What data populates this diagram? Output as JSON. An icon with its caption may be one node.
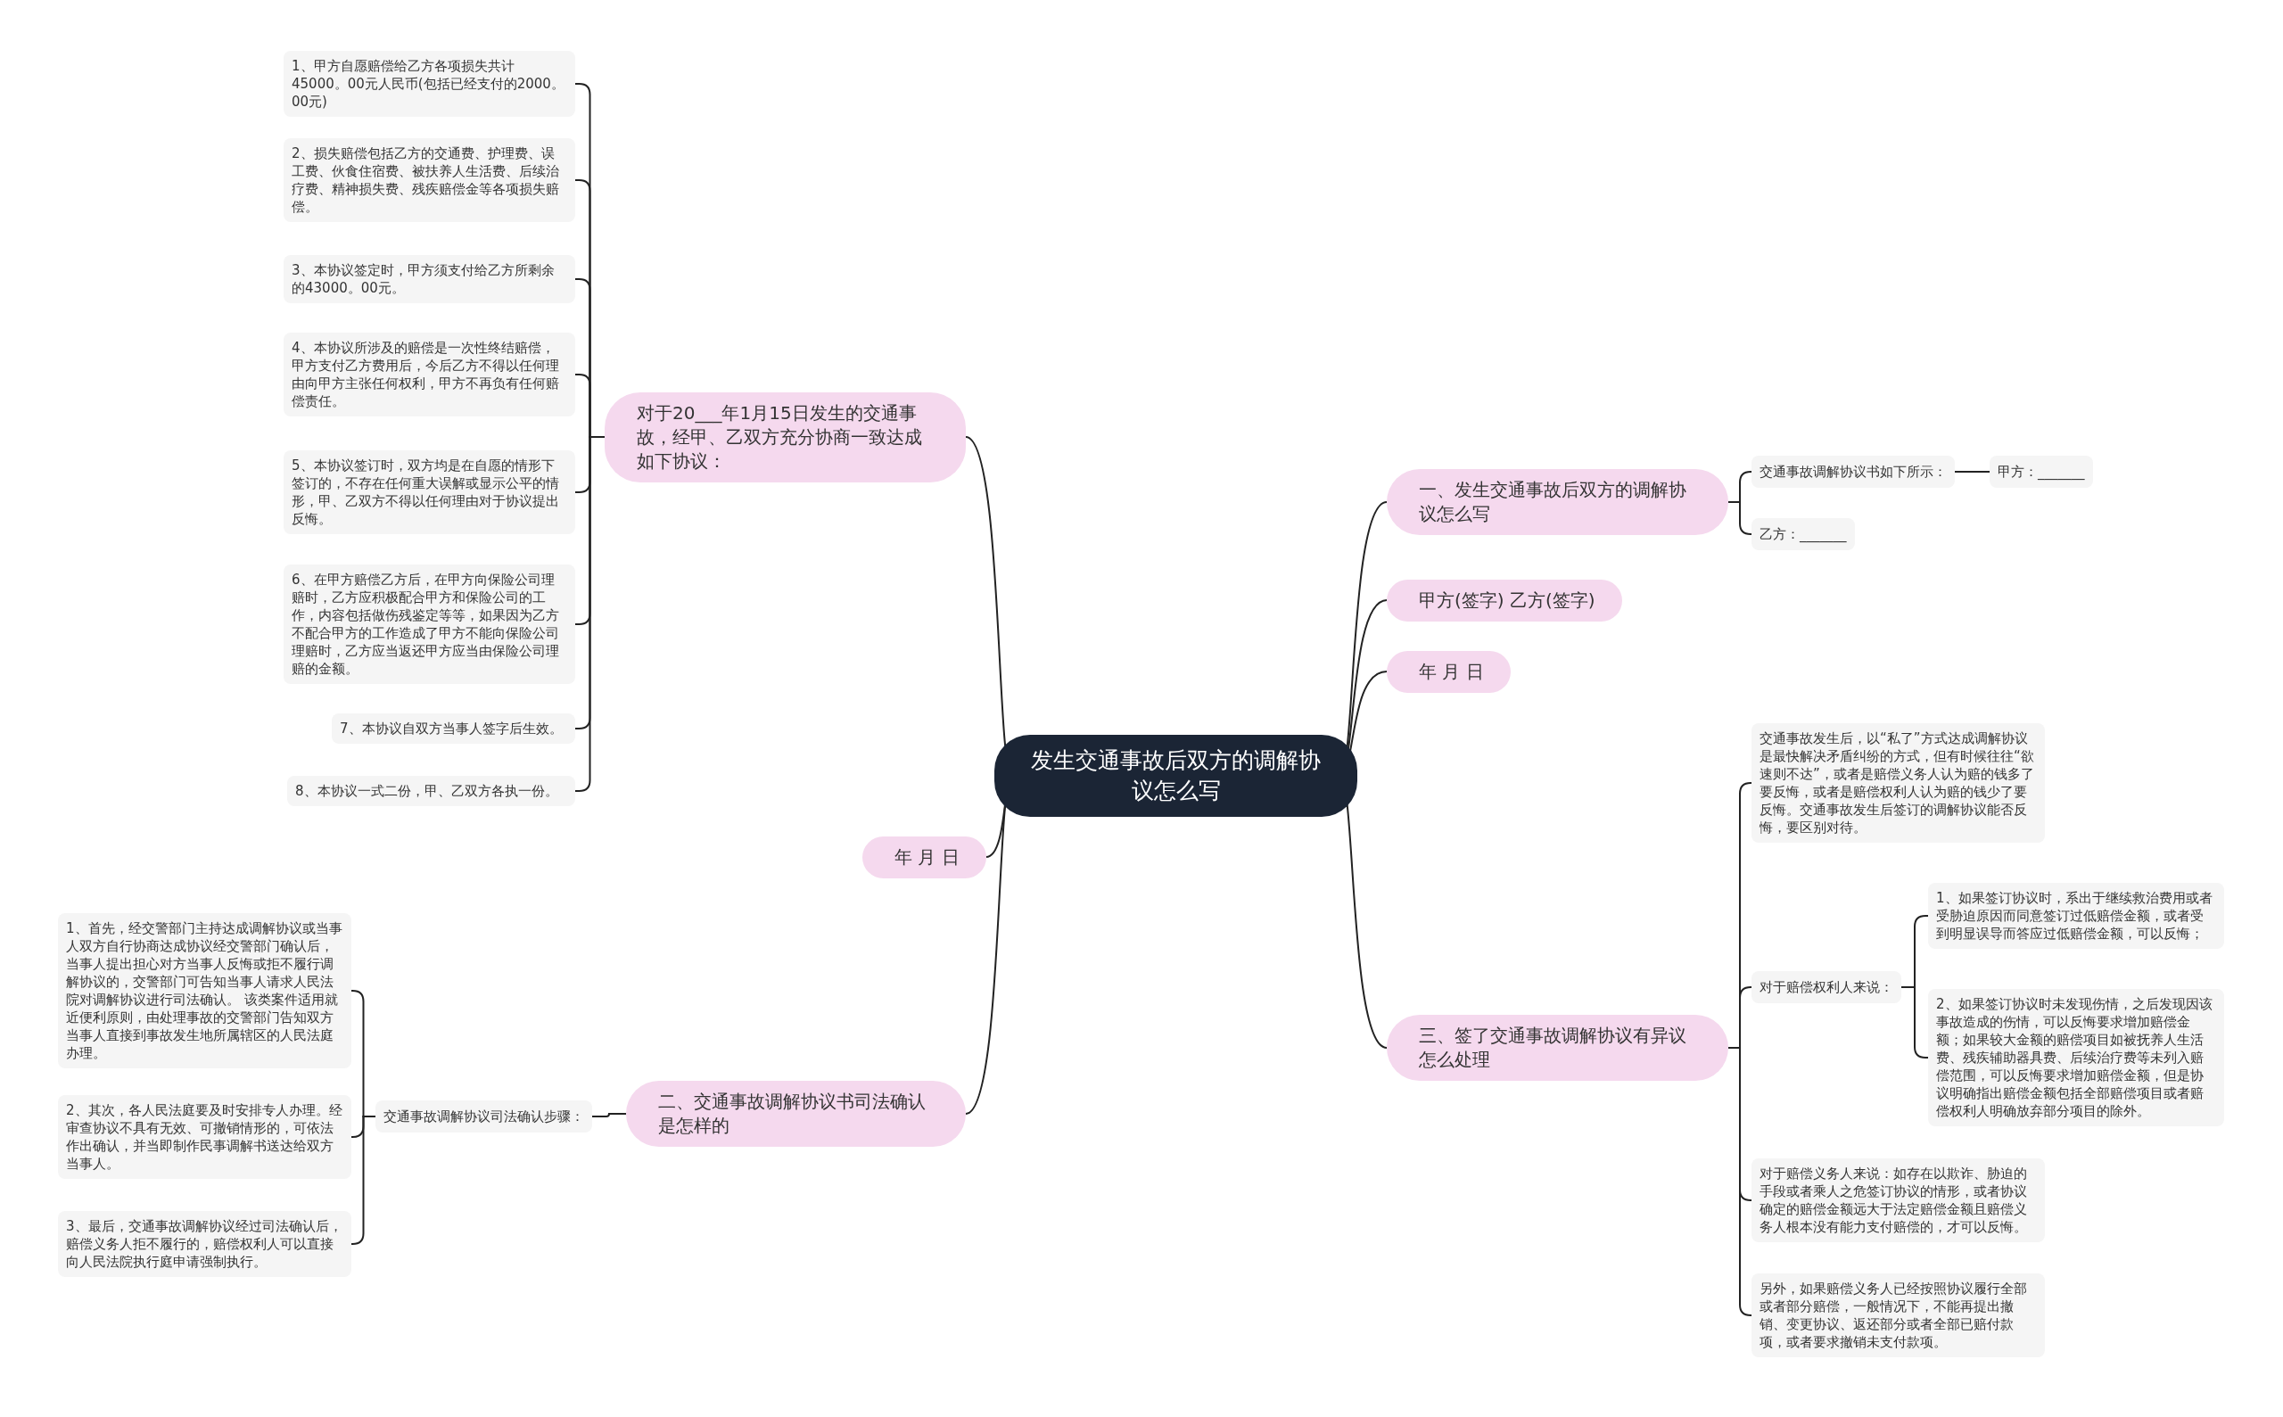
{
  "diagram": {
    "nodes": [
      {
        "text": [
          "发生交通事故后双方的调解协议怎么写"
        ]
      },
      {
        "text": [
          "对于20___年1月15日发生的交通事故，经甲、乙双方充分协商一致达成如下协议："
        ]
      },
      {
        "text": [
          "1、甲方自愿赔偿给乙方各项损失共计45000。00元人民币(包括已经支付的2000。00元)"
        ]
      },
      {
        "text": [
          "2、损失赔偿包括乙方的交通费、护理费、误工费、伙食住宿费、被扶养人生活费、后续治疗费、精神损失费、残疾赔偿金等各项损失赔偿。"
        ]
      },
      {
        "text": [
          "3、本协议签定时，甲方须支付给乙方所剩余的43000。00元。"
        ]
      },
      {
        "text": [
          "4、本协议所涉及的赔偿是一次性终结赔偿，甲方支付乙方费用后，今后乙方不得以任何理由向甲方主张任何权利，甲方不再负有任何赔偿责任。"
        ]
      },
      {
        "text": [
          "5、本协议签订时，双方均是在自愿的情形下签订的，不存在任何重大误解或显示公平的情形，甲、乙双方不得以任何理由对于协议提出反悔。"
        ]
      },
      {
        "text": [
          "6、在甲方赔偿乙方后，在甲方向保险公司理赔时，乙方应积极配合甲方和保险公司的工作，内容包括做伤残鉴定等等，如果因为乙方不配合甲方的工作造成了甲方不能向保险公司理赔时，乙方应当返还甲方应当由保险公司理赔的金额。"
        ]
      },
      {
        "text": [
          "7、本协议自双方当事人签字后生效。"
        ]
      },
      {
        "text": [
          "8、本协议一式二份，甲、乙双方各执一份。"
        ]
      },
      {
        "text": [
          "一、发生交通事故后双方的调解协议怎么写"
        ]
      },
      {
        "text": [
          "交通事故调解协议书如下所示："
        ]
      },
      {
        "text": [
          "甲方：_______"
        ]
      },
      {
        "text": [
          "乙方：_______"
        ]
      },
      {
        "text": [
          "甲方(签字) 乙方(签字)"
        ]
      },
      {
        "text": [
          "年 月 日"
        ]
      },
      {
        "text": [
          "三、签了交通事故调解协议有异议怎么处理"
        ]
      },
      {
        "text": [
          "交通事故发生后，以“私了”方式达成调解协议是最快解决矛盾纠纷的方式，但有时候往往“欲速则不达”，或者是赔偿义务人认为赔的钱多了要反悔，或者是赔偿权利人认为赔的钱少了要反悔。交通事故发生后签订的调解协议能否反悔，要区别对待。"
        ]
      },
      {
        "text": [
          "对于赔偿权利人来说："
        ]
      },
      {
        "text": [
          "1、如果签订协议时，系出于继续救治费用或者受胁迫原因而同意签订过低赔偿金额，或者受到明显误导而答应过低赔偿金额，可以反悔；"
        ]
      },
      {
        "text": [
          "2、如果签订协议时未发现伤情，之后发现因该事故造成的伤情，可以反悔要求增加赔偿金额；如果较大金额的赔偿项目如被抚养人生活费、残疾辅助器具费、后续治疗费等未列入赔偿范围，可以反悔要求增加赔偿金额，但是协议明确指出赔偿金额包括全部赔偿项目或者赔偿权利人明确放弃部分项目的除外。"
        ]
      },
      {
        "text": [
          "对于赔偿义务人来说：如存在以欺诈、胁迫的手段或者乘人之危签订协议的情形，或者协议确定的赔偿金额远大于法定赔偿金额且赔偿义务人根本没有能力支付赔偿的，才可以反悔。"
        ]
      },
      {
        "text": [
          "另外，如果赔偿义务人已经按照协议履行全部或者部分赔偿，一般情况下，不能再提出撤销、变更协议、返还部分或者全部已赔付款项，或者要求撤销未支付款项。"
        ]
      },
      {
        "text": [
          "年 月 日"
        ]
      },
      {
        "text": [
          "二、交通事故调解协议书司法确认是怎样的"
        ]
      },
      {
        "text": [
          "交通事故调解协议司法确认步骤："
        ]
      },
      {
        "text": [
          "1、首先，经交警部门主持达成调解协议或当事人双方自行协商达成协议经交警部门确认后，当事人提出担心对方当事人反悔或拒不履行调解协议的，交警部门可告知当事人请求人民法院对调解协议进行司法确认。 该类案件适用就近便利原则，由处理事故的交警部门告知双方当事人直接到事故发生地所属辖区的人民法庭办理。"
        ]
      },
      {
        "text": [
          "2、其次，各人民法庭要及时安排专人办理。经审查协议不具有无效、可撤销情形的，可依法作出确认，并当即制作民事调解书送达给双方当事人。"
        ]
      },
      {
        "text": [
          "3、最后，交通事故调解协议经过司法确认后，赔偿义务人拒不履行的，赔偿权利人可以直接向人民法院执行庭申请强制执行。"
        ]
      }
    ],
    "edges": [
      {
        "from": 0,
        "to": 1,
        "arrow": "none"
      },
      {
        "from": 1,
        "to": 2,
        "arrow": "none"
      },
      {
        "from": 1,
        "to": 3,
        "arrow": "none"
      },
      {
        "from": 1,
        "to": 4,
        "arrow": "none"
      },
      {
        "from": 1,
        "to": 5,
        "arrow": "none"
      },
      {
        "from": 1,
        "to": 6,
        "arrow": "none"
      },
      {
        "from": 1,
        "to": 7,
        "arrow": "none"
      },
      {
        "from": 1,
        "to": 8,
        "arrow": "none"
      },
      {
        "from": 1,
        "to": 9,
        "arrow": "none"
      },
      {
        "from": 0,
        "to": 10,
        "arrow": "none"
      },
      {
        "from": 10,
        "to": 11,
        "arrow": "none"
      },
      {
        "from": 11,
        "to": 12,
        "arrow": "none"
      },
      {
        "from": 10,
        "to": 13,
        "arrow": "none"
      },
      {
        "from": 0,
        "to": 14,
        "arrow": "none"
      },
      {
        "from": 0,
        "to": 15,
        "arrow": "none"
      },
      {
        "from": 0,
        "to": 16,
        "arrow": "none"
      },
      {
        "from": 16,
        "to": 17,
        "arrow": "none"
      },
      {
        "from": 16,
        "to": 18,
        "arrow": "none"
      },
      {
        "from": 18,
        "to": 19,
        "arrow": "none"
      },
      {
        "from": 18,
        "to": 20,
        "arrow": "none"
      },
      {
        "from": 16,
        "to": 21,
        "arrow": "none"
      },
      {
        "from": 16,
        "to": 22,
        "arrow": "none"
      },
      {
        "from": 0,
        "to": 23,
        "arrow": "none"
      },
      {
        "from": 0,
        "to": 24,
        "arrow": "none"
      },
      {
        "from": 24,
        "to": 25,
        "arrow": "none"
      },
      {
        "from": 25,
        "to": 26,
        "arrow": "none"
      },
      {
        "from": 25,
        "to": 27,
        "arrow": "none"
      },
      {
        "from": 25,
        "to": 28,
        "arrow": "none"
      }
    ]
  }
}
